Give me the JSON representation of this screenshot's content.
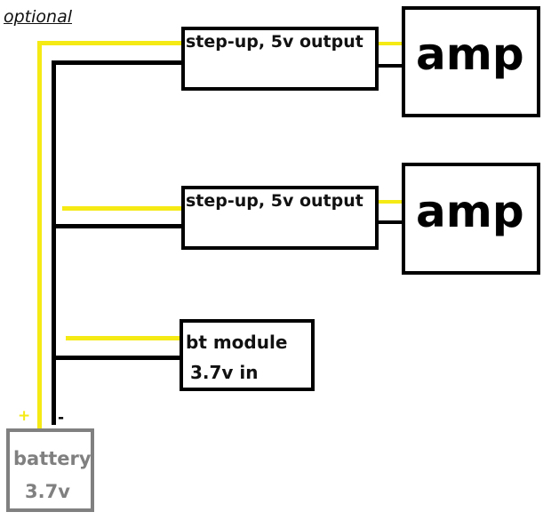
{
  "title_note": "optional",
  "components": {
    "stepup_1": {
      "label": "step-up, 5v output"
    },
    "amp_1": {
      "label": "amp"
    },
    "stepup_2": {
      "label": "step-up, 5v output"
    },
    "amp_2": {
      "label": "amp"
    },
    "bt_module": {
      "line1": "bt module",
      "line2": "3.7v in"
    },
    "battery": {
      "line1": "battery",
      "line2": "3.7v",
      "plus": "+",
      "minus": "-"
    }
  },
  "colors": {
    "positive_wire": "#f5ea14",
    "negative_wire": "#000000",
    "battery": "#808080"
  }
}
